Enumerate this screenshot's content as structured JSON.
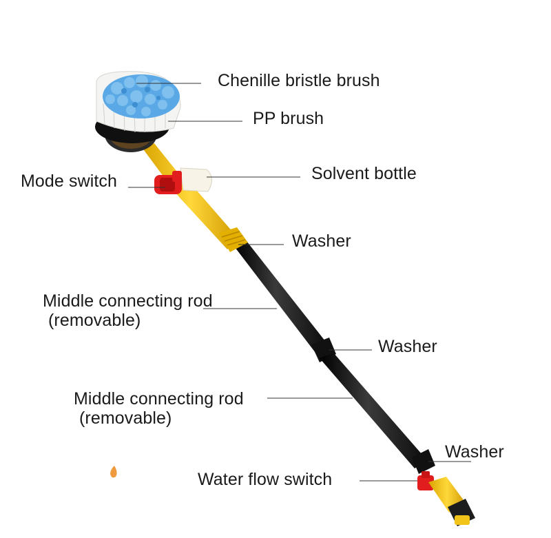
{
  "diagram": {
    "labels": {
      "chenille": "Chenille bristle brush",
      "pp": "PP brush",
      "mode": "Mode switch",
      "solvent": "Solvent bottle",
      "washer1": "Washer",
      "rod1_line1": "Middle connecting rod",
      "rod1_line2": "(removable)",
      "washer2": "Washer",
      "rod2_line1": "Middle connecting rod",
      "rod2_line2": "(removable)",
      "washer3": "Washer",
      "water": "Water flow switch"
    },
    "colors": {
      "chenille_blue": "#5aa9e6",
      "bristle_white": "#f4f4f2",
      "handle_yellow": "#f2c318",
      "rod_black": "#1e1e1e",
      "switch_red": "#e11d1d",
      "leader_line": "#333333"
    }
  }
}
